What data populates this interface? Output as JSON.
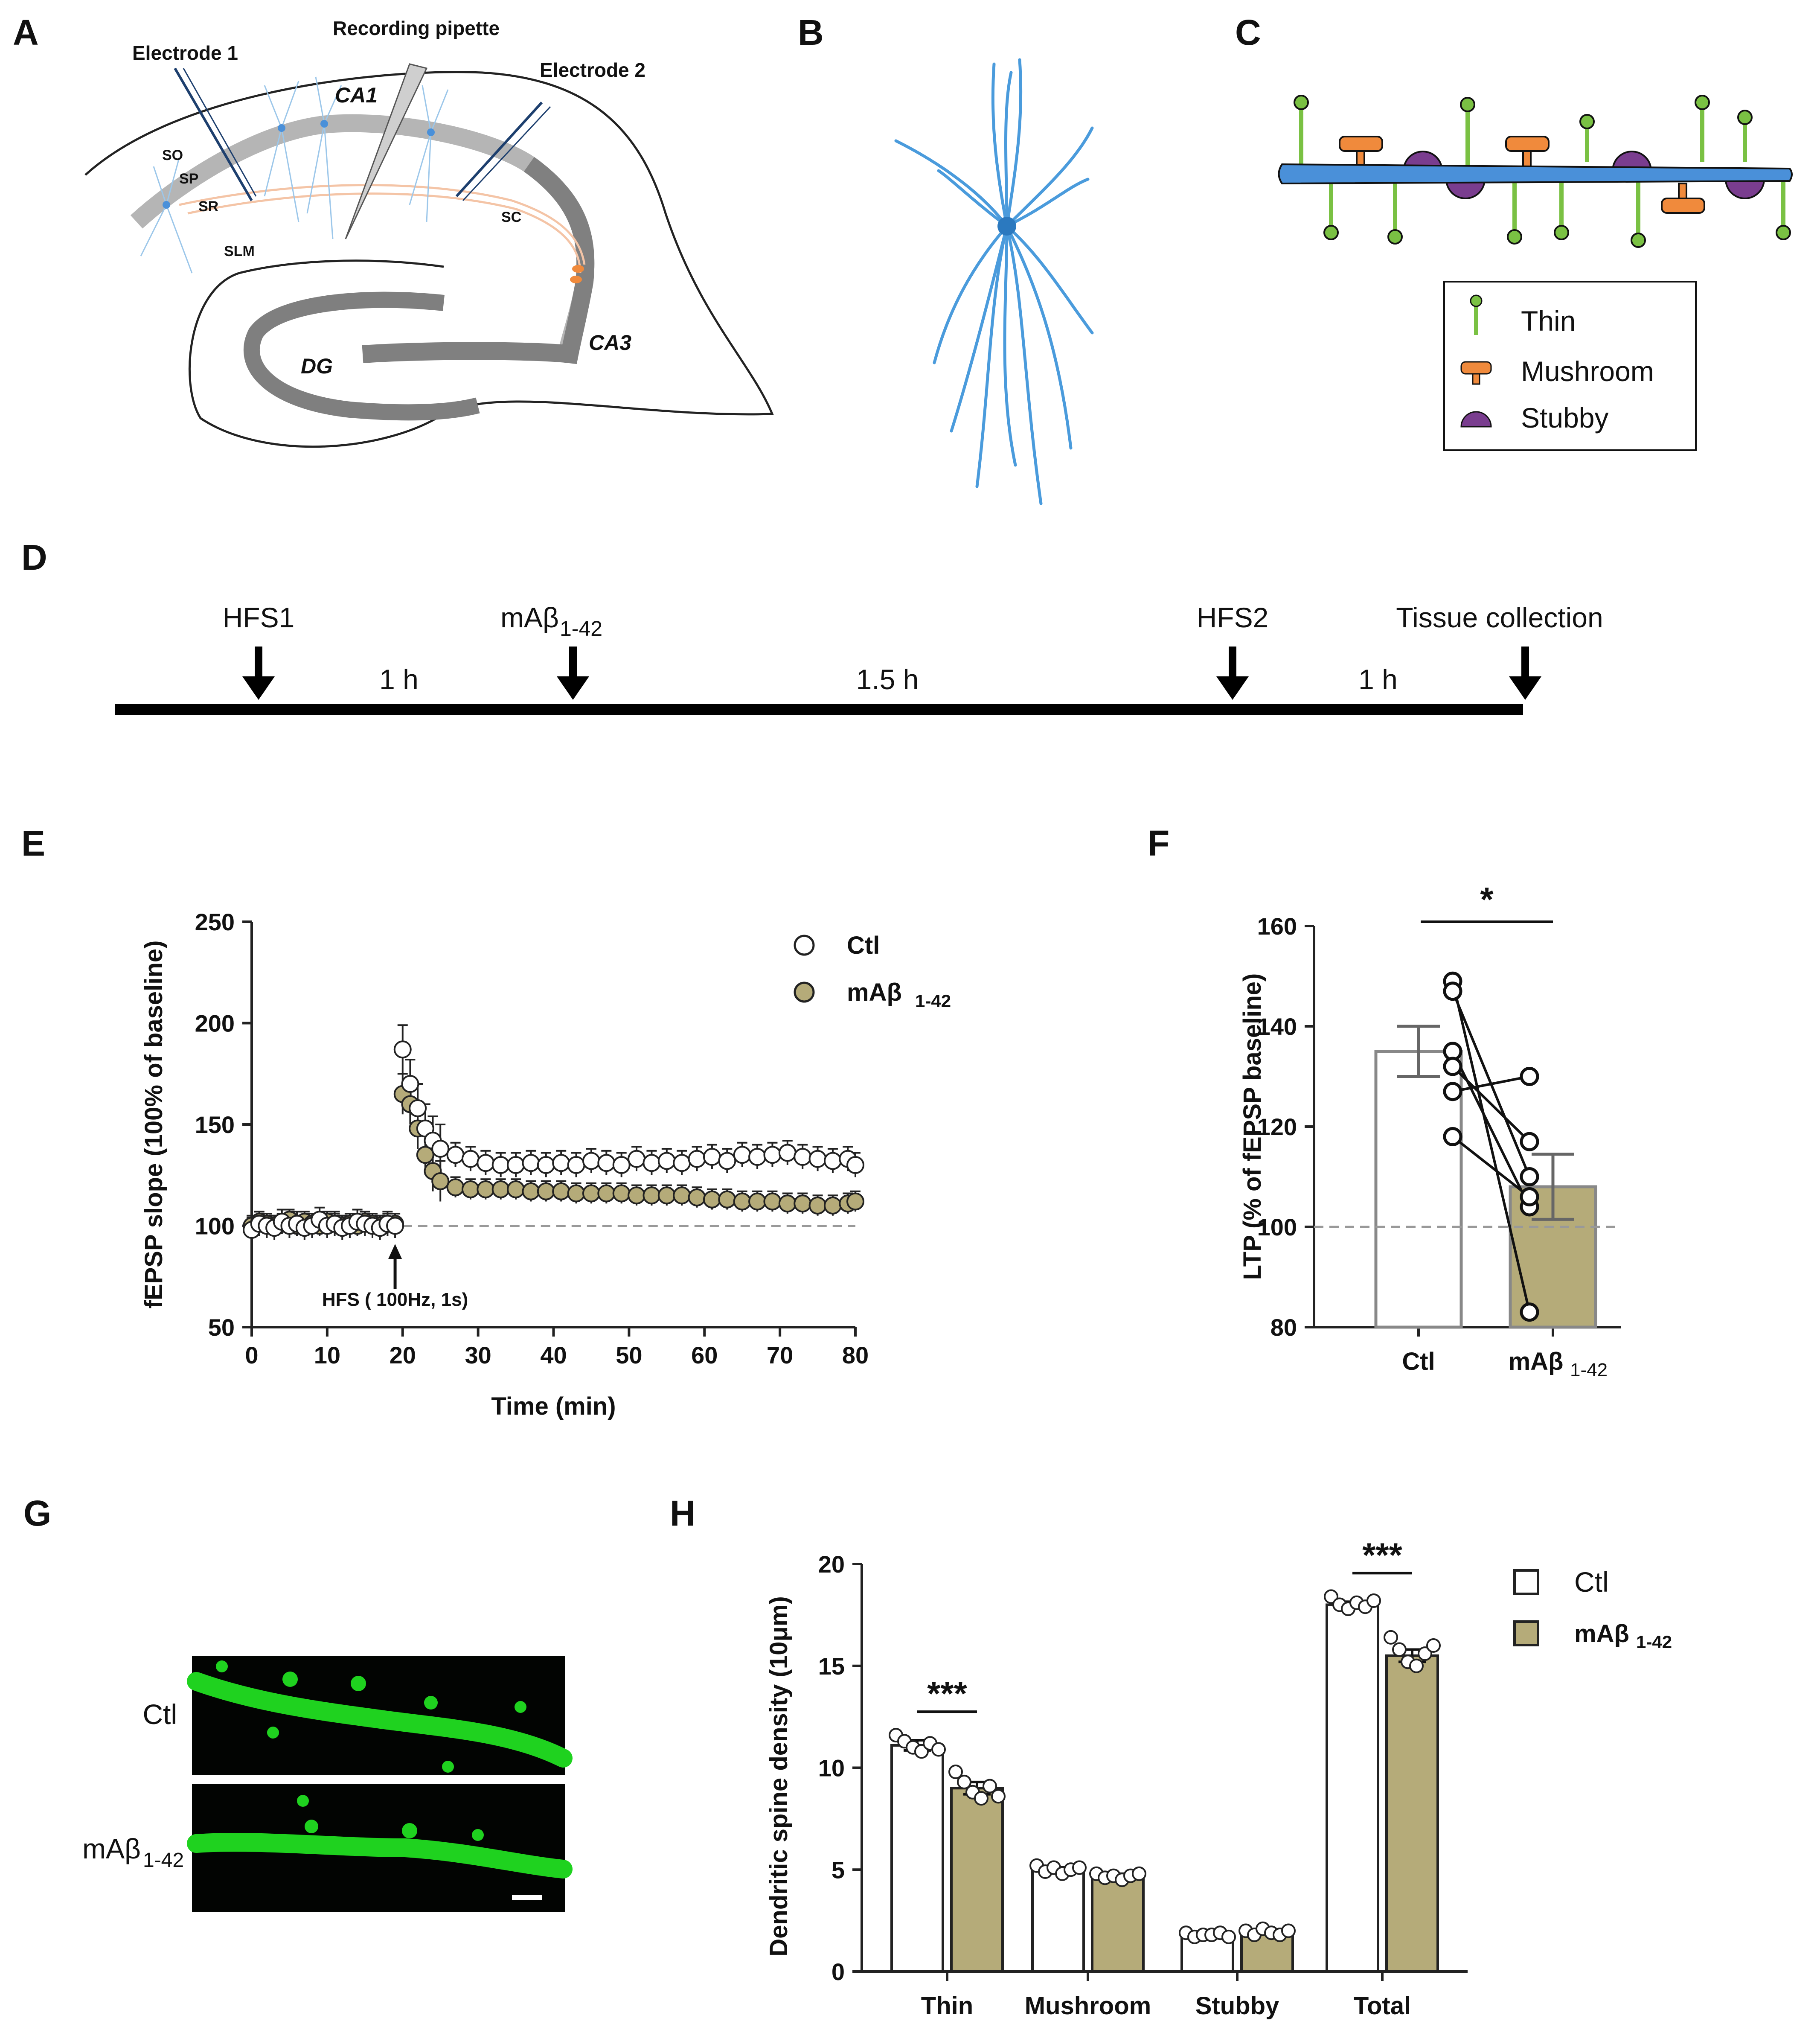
{
  "panels": {
    "A": {
      "label": "A",
      "labels": {
        "electrode1": "Electrode 1",
        "pipette": "Recording pipette",
        "electrode2": "Electrode 2",
        "ca1": "CA1",
        "ca3": "CA3",
        "dg": "DG",
        "so": "SO",
        "sp": "SP",
        "sr": "SR",
        "slm": "SLM",
        "sc": "SC"
      }
    },
    "B": {
      "label": "B"
    },
    "C": {
      "label": "C",
      "legend": [
        {
          "name": "Thin",
          "color": "#7ac143"
        },
        {
          "name": "Mushroom",
          "color": "#f08a3c"
        },
        {
          "name": "Stubby",
          "color": "#7a3d8f"
        }
      ],
      "dendrite_color": "#4a90d9"
    },
    "D": {
      "label": "D",
      "events": [
        {
          "label": "HFS1"
        },
        {
          "label": "mAβ",
          "sub": "1-42"
        },
        {
          "label": "HFS2"
        },
        {
          "label": "Tissue collection"
        }
      ],
      "intervals": [
        "1 h",
        "1.5 h",
        "1 h"
      ]
    },
    "G": {
      "label": "G",
      "rows": [
        {
          "label": "Ctl"
        },
        {
          "label": "mAβ",
          "sub": "1-42"
        }
      ]
    }
  },
  "chart_data": [
    {
      "panel": "E",
      "label": "E",
      "type": "scatter",
      "xlabel": "Time (min)",
      "ylabel": "fEPSP slope (100% of baseline)",
      "xlim": [
        0,
        80
      ],
      "ylim": [
        50,
        250
      ],
      "xticks": [
        0,
        10,
        20,
        30,
        40,
        50,
        60,
        70,
        80
      ],
      "yticks": [
        50,
        100,
        150,
        200,
        250
      ],
      "baseline": 100,
      "annotation": "HFS ( 100Hz, 1s)",
      "annotation_x": 19,
      "legend_position": "top-right",
      "series": [
        {
          "name": "Ctl",
          "fill": "#ffffff",
          "x": [
            0,
            1,
            2,
            3,
            4,
            5,
            6,
            7,
            8,
            9,
            10,
            11,
            12,
            13,
            14,
            15,
            16,
            17,
            18,
            19,
            20,
            21,
            22,
            23,
            24,
            25,
            27,
            29,
            31,
            33,
            35,
            37,
            39,
            41,
            43,
            45,
            47,
            49,
            51,
            53,
            55,
            57,
            59,
            61,
            63,
            65,
            67,
            69,
            71,
            73,
            75,
            77,
            79,
            80
          ],
          "y": [
            98,
            101,
            100,
            99,
            102,
            100,
            101,
            99,
            100,
            103,
            100,
            101,
            99,
            100,
            102,
            101,
            100,
            99,
            101,
            100,
            187,
            170,
            158,
            148,
            142,
            138,
            135,
            133,
            131,
            130,
            130,
            131,
            130,
            131,
            130,
            132,
            131,
            130,
            133,
            131,
            132,
            131,
            133,
            134,
            132,
            135,
            134,
            135,
            136,
            134,
            133,
            132,
            133,
            130
          ],
          "err": 6
        },
        {
          "name": "mAβ",
          "name_sub": "1-42",
          "fill": "#b5ab79",
          "x": [
            0,
            1,
            2,
            3,
            4,
            5,
            6,
            7,
            8,
            9,
            10,
            11,
            12,
            13,
            14,
            15,
            16,
            17,
            18,
            19,
            20,
            21,
            22,
            23,
            24,
            25,
            27,
            29,
            31,
            33,
            35,
            37,
            39,
            41,
            43,
            45,
            47,
            49,
            51,
            53,
            55,
            57,
            59,
            61,
            63,
            65,
            67,
            69,
            71,
            73,
            75,
            77,
            79,
            80
          ],
          "y": [
            100,
            102,
            101,
            100,
            101,
            103,
            100,
            102,
            101,
            100,
            102,
            101,
            100,
            101,
            100,
            102,
            101,
            100,
            101,
            101,
            165,
            160,
            148,
            135,
            127,
            122,
            119,
            118,
            118,
            118,
            118,
            117,
            117,
            117,
            116,
            116,
            116,
            116,
            115,
            115,
            115,
            115,
            114,
            113,
            113,
            112,
            112,
            112,
            111,
            111,
            110,
            110,
            111,
            112
          ],
          "err": 5
        }
      ]
    },
    {
      "panel": "F",
      "label": "F",
      "type": "bar",
      "ylabel": "LTP (% of fEPSP baseline)",
      "ylim": [
        80,
        160
      ],
      "yticks": [
        80,
        100,
        120,
        140,
        160
      ],
      "baseline": 100,
      "categories": [
        "Ctl",
        "mAβ"
      ],
      "category_sub": [
        "",
        "1-42"
      ],
      "values": [
        135,
        108
      ],
      "errors": [
        5,
        6.5
      ],
      "fills": [
        "#ffffff",
        "#b5ab79"
      ],
      "paired_ctl": [
        149,
        147,
        135,
        132,
        127,
        118
      ],
      "paired_mab": [
        83,
        110,
        104,
        117,
        130,
        106
      ],
      "significance": "*"
    },
    {
      "panel": "H",
      "label": "H",
      "type": "bar",
      "ylabel": "Dendritic spine density (10μm)",
      "ylim": [
        0,
        20
      ],
      "yticks": [
        0,
        5,
        10,
        15,
        20
      ],
      "categories": [
        "Thin",
        "Mushroom",
        "Stubby",
        "Total"
      ],
      "series": [
        {
          "name": "Ctl",
          "fill": "#ffffff",
          "values": [
            11.1,
            5.0,
            1.8,
            18.0
          ],
          "errors": [
            0.25,
            0.12,
            0.08,
            0.15
          ],
          "points": [
            [
              11.6,
              11.3,
              11.0,
              10.8,
              11.2,
              10.9
            ],
            [
              5.2,
              4.9,
              5.1,
              4.8,
              5.0,
              5.1
            ],
            [
              1.9,
              1.7,
              1.8,
              1.8,
              1.9,
              1.7
            ],
            [
              18.4,
              18.0,
              17.8,
              18.1,
              17.9,
              18.2
            ]
          ]
        },
        {
          "name": "mAβ",
          "name_sub": "1-42",
          "fill": "#b5ab79",
          "values": [
            9.0,
            4.7,
            1.9,
            15.5
          ],
          "errors": [
            0.3,
            0.1,
            0.08,
            0.3
          ],
          "points": [
            [
              9.8,
              9.3,
              8.8,
              8.5,
              9.1,
              8.6
            ],
            [
              4.8,
              4.6,
              4.7,
              4.5,
              4.7,
              4.8
            ],
            [
              2.0,
              1.8,
              2.1,
              1.9,
              1.8,
              2.0
            ],
            [
              16.4,
              15.8,
              15.2,
              15.0,
              15.6,
              16.0
            ]
          ]
        }
      ],
      "significance": [
        "***",
        "",
        "",
        "***"
      ],
      "legend_position": "top-right"
    }
  ]
}
